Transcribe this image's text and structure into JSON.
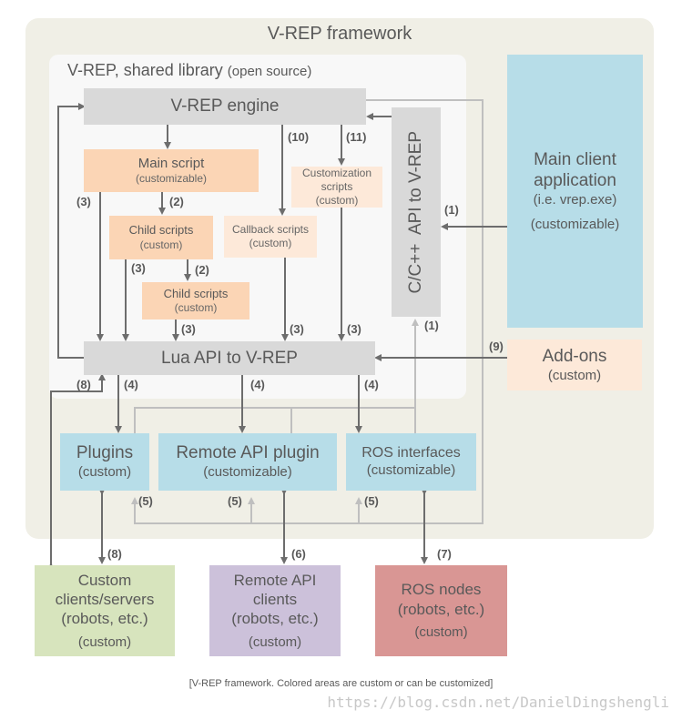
{
  "framework": {
    "title": "V-REP framework"
  },
  "shared_library": {
    "title": "V-REP, shared library",
    "note": "(open source)"
  },
  "engine": {
    "label": "V-REP engine"
  },
  "main_script": {
    "title": "Main script",
    "sub": "(customizable)"
  },
  "child_scripts_1": {
    "title": "Child scripts",
    "sub": "(custom)"
  },
  "child_scripts_2": {
    "title": "Child scripts",
    "sub": "(custom)"
  },
  "callback_scripts": {
    "title": "Callback scripts",
    "sub": "(custom)"
  },
  "customization_scripts": {
    "title": "Customization scripts",
    "sub": "(custom)"
  },
  "c_api": {
    "label": "C/C++  API to V-REP"
  },
  "lua_api": {
    "label": "Lua API to V-REP"
  },
  "main_client": {
    "line1": "Main client",
    "line2": "application",
    "line3": "(i.e. vrep.exe)",
    "line4": "(customizable)"
  },
  "addons": {
    "title": "Add-ons",
    "sub": "(custom)"
  },
  "plugins": {
    "title": "Plugins",
    "sub": "(custom)"
  },
  "remote_api_plugin": {
    "title": "Remote API plugin",
    "sub": "(customizable)"
  },
  "ros_interfaces": {
    "title": "ROS interfaces",
    "sub": "(customizable)"
  },
  "custom_clients": {
    "line1": "Custom",
    "line2": "clients/servers",
    "line3": "(robots, etc.)",
    "line4": "(custom)"
  },
  "remote_api_clients": {
    "line1": "Remote API",
    "line2": "clients",
    "line3": "(robots, etc.)",
    "line4": "(custom)"
  },
  "ros_nodes": {
    "line1": "ROS nodes",
    "line2": "(robots, etc.)",
    "line3": "(custom)"
  },
  "labels": {
    "n1": "(1)",
    "n1b": "(1)",
    "n2a": "(2)",
    "n2b": "(2)",
    "n3a": "(3)",
    "n3b": "(3)",
    "n3c": "(3)",
    "n3d": "(3)",
    "n3e": "(3)",
    "n4a": "(4)",
    "n4b": "(4)",
    "n4c": "(4)",
    "n5a": "(5)",
    "n5b": "(5)",
    "n5c": "(5)",
    "n6": "(6)",
    "n7": "(7)",
    "n8a": "(8)",
    "n8b": "(8)",
    "n9": "(9)",
    "n10": "(10)",
    "n11": "(11)"
  },
  "caption": "[V-REP framework. Colored areas are custom or can be customized]",
  "watermark": "https://blog.csdn.net/DanielDingshengli",
  "colors": {
    "framework_bg": "#f0efe6",
    "gray_box": "#d9d9d9",
    "orange_box": "#fbd5b5",
    "blue_box": "#b7dde8",
    "green_box": "#d7e4bd",
    "purple_box": "#ccc1da",
    "red_box": "#d99694",
    "arrow_dark": "#6d6d6d",
    "arrow_light": "#bfbfbf"
  }
}
